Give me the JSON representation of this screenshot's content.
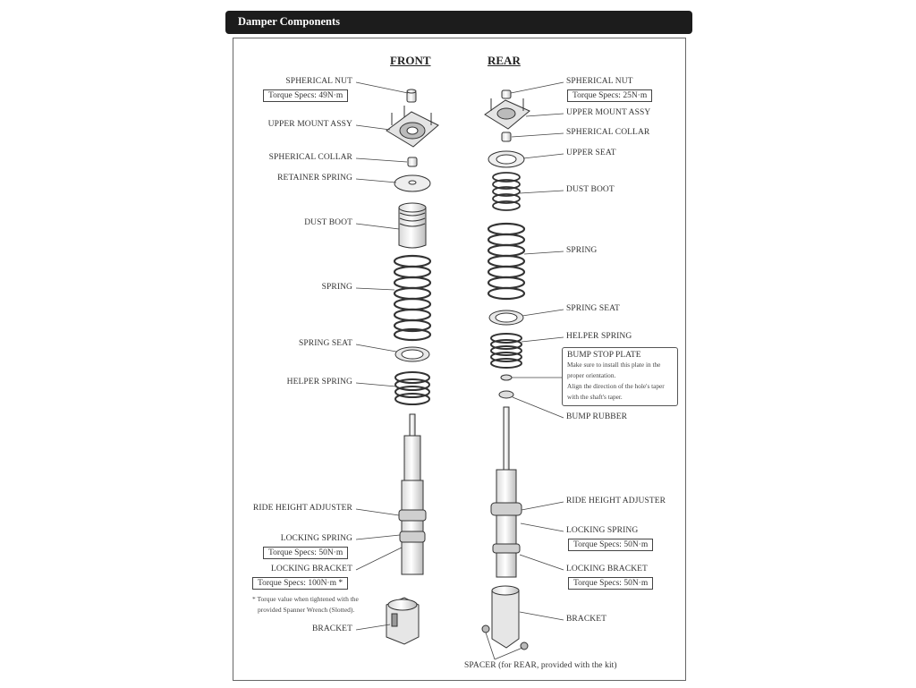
{
  "header": {
    "title": "Damper Components"
  },
  "columns": {
    "front": "FRONT",
    "rear": "REAR"
  },
  "front": {
    "spherical_nut": "SPHERICAL NUT",
    "spherical_nut_torque": "Torque Specs: 49N·m",
    "upper_mount": "UPPER MOUNT ASSY",
    "spherical_collar": "SPHERICAL COLLAR",
    "retainer_spring": "RETAINER SPRING",
    "dust_boot": "DUST BOOT",
    "spring": "SPRING",
    "spring_seat": "SPRING SEAT",
    "helper_spring": "HELPER SPRING",
    "ride_height": "RIDE HEIGHT ADJUSTER",
    "locking_spring": "LOCKING SPRING",
    "locking_spring_torque": "Torque Specs: 50N·m",
    "locking_bracket": "LOCKING BRACKET",
    "locking_bracket_torque": "Torque Specs: 100N·m *",
    "note_line1": "* Torque value when tightened with the",
    "note_line2": "provided Spanner Wrench (Slotted).",
    "bracket": "BRACKET"
  },
  "rear": {
    "spherical_nut": "SPHERICAL NUT",
    "spherical_nut_torque": "Torque Specs: 25N·m",
    "upper_mount": "UPPER MOUNT ASSY",
    "spherical_collar": "SPHERICAL COLLAR",
    "upper_seat": "UPPER SEAT",
    "dust_boot": "DUST BOOT",
    "spring": "SPRING",
    "spring_seat": "SPRING SEAT",
    "helper_spring": "HELPER SPRING",
    "bump_stop_title": "BUMP STOP PLATE",
    "bump_stop_line1": "Make sure to install this plate in the",
    "bump_stop_line2": "proper orientation.",
    "bump_stop_line3": "Align the direction of the hole's taper",
    "bump_stop_line4": "with the shaft's taper.",
    "bump_rubber": "BUMP RUBBER",
    "ride_height": "RIDE HEIGHT ADJUSTER",
    "locking_spring": "LOCKING SPRING",
    "locking_spring_torque": "Torque Specs: 50N·m",
    "locking_bracket": "LOCKING BRACKET",
    "locking_bracket_torque": "Torque Specs: 50N·m",
    "bracket": "BRACKET",
    "spacer": "SPACER (for REAR, provided with the kit)"
  }
}
